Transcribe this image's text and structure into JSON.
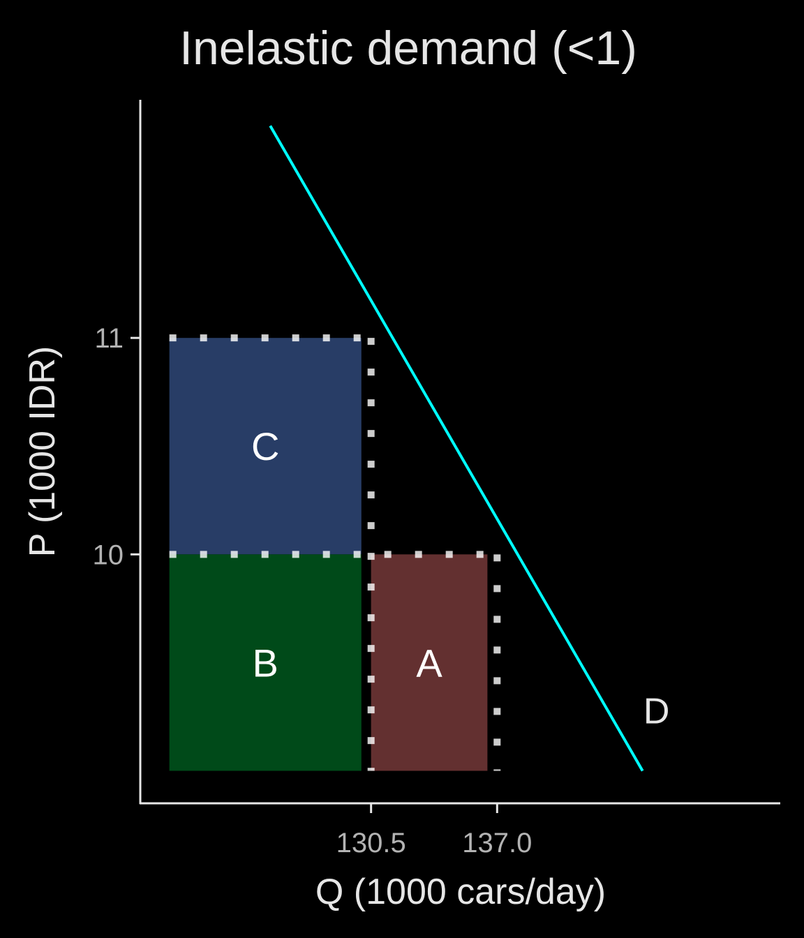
{
  "chart_data": {
    "type": "area",
    "title": "Inelastic demand (<1)",
    "xlabel": "Q (1000 cars/day)",
    "ylabel": "P (1000 IDR)",
    "x_ticks": [
      "130.5",
      "137.0"
    ],
    "y_ticks": [
      "10",
      "11"
    ],
    "xlim": [
      118.6,
      151.6
    ],
    "ylim": [
      8.85,
      12.1
    ],
    "grid": false,
    "demand_curve": {
      "label": "D",
      "color": "#00ffff",
      "points": [
        [
          125.3,
          11.98
        ],
        [
          144.5,
          9.0
        ]
      ]
    },
    "rectangles": [
      {
        "label": "C",
        "q0": 120.1,
        "q1": 130.0,
        "p0": 10,
        "p1": 11,
        "fill": "#283d66"
      },
      {
        "label": "B",
        "q0": 120.1,
        "q1": 130.0,
        "p0": 9.0,
        "p1": 10,
        "fill": "#004a19"
      },
      {
        "label": "A",
        "q0": 130.5,
        "q1": 136.5,
        "p0": 9.0,
        "p1": 10,
        "fill": "#633030"
      }
    ],
    "reference_lines": [
      {
        "type": "vertical",
        "q": 130.5,
        "p0": 9.0,
        "p1": 11
      },
      {
        "type": "vertical",
        "q": 137.0,
        "p0": 9.0,
        "p1": 10
      },
      {
        "type": "horizontal",
        "p": 11,
        "q0": 120.1,
        "q1": 130.0
      },
      {
        "type": "horizontal",
        "p": 10,
        "q0": 120.1,
        "q1": 137.0
      }
    ]
  }
}
